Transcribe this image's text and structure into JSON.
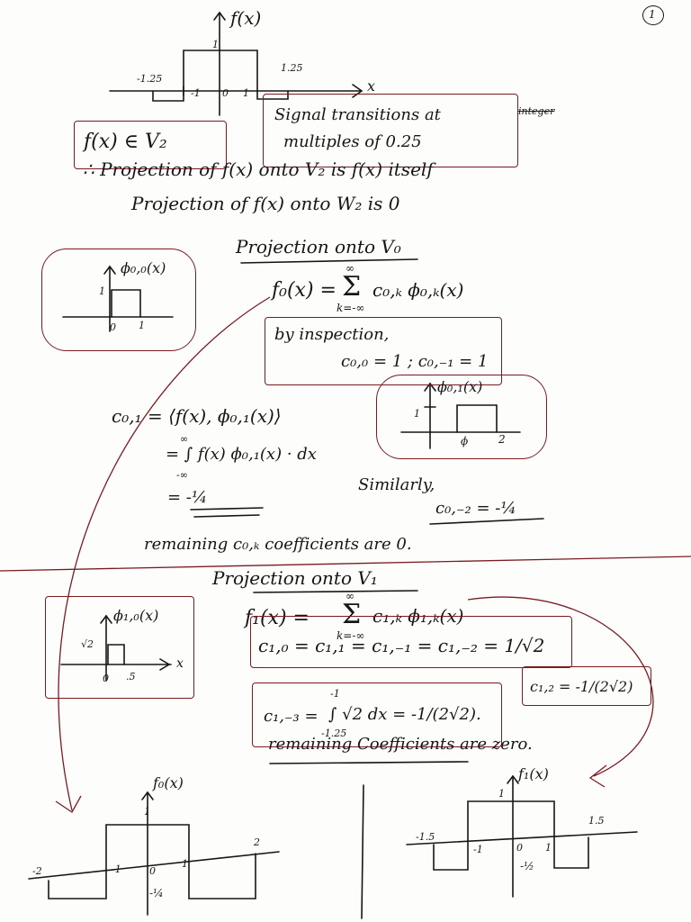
{
  "page_number": "1",
  "top_plot": {
    "label": "f(x)",
    "x_axis": "x",
    "ticks": [
      "-1.25",
      "-1",
      "0",
      "1",
      "1.25"
    ],
    "peak_tick": "1"
  },
  "boxes": {
    "f_in_v2": "f(x) ∈ V₂",
    "signal_line1": "Signal transitions at",
    "signal_line2": "multiples of   0.25",
    "signal_note": "integer"
  },
  "statements": {
    "proj_v2": "∴ Projection of f(x) onto V₂ is f(x) itself",
    "proj_w2": "Projection of   f(x) onto W₂ is 0",
    "proj_v0_heading": "Projection onto V₀"
  },
  "phi00_plot": {
    "label": "ϕ₀,₀(x)",
    "y_tick": "1",
    "x_ticks": [
      "0",
      "1"
    ]
  },
  "f0_eq": {
    "lhs": "f₀(x) =",
    "sum_top": "∞",
    "sum_bottom": "k=-∞",
    "term": "c₀,ₖ ϕ₀,ₖ(x)"
  },
  "inspection": {
    "line1": "by inspection,",
    "line2": "c₀,₀ = 1 ; c₀,₋₁ = 1"
  },
  "phi01_plot": {
    "label": "ϕ₀,₁(x)",
    "y_tick": "1",
    "x_ticks": [
      "ϕ",
      "2"
    ]
  },
  "c01_calc": {
    "line1": "c₀,₁ = ⟨f(x), ϕ₀,₁(x)⟩",
    "int_top": "∞",
    "line2": "= ∫ f(x) ϕ₀,₁(x) · dx",
    "int_bottom": "-∞",
    "line3": "= -¼"
  },
  "similarly": {
    "line1": "Similarly,",
    "line2": "c₀,₋₂ = -¼"
  },
  "remaining_v0": "remaining  c₀,ₖ coefficients are 0.",
  "proj_v1_heading": "Projection onto V₁",
  "phi10_plot": {
    "label": "ϕ₁,₀(x)",
    "y_tick": "√2",
    "x_ticks": [
      "0",
      ".5"
    ],
    "x_axis": "x"
  },
  "f1_eq": {
    "lhs": "f₁(x) =",
    "sum_top": "∞",
    "sum_bottom": "k=-∞",
    "term": "c₁,ₖ ϕ₁,ₖ(x)"
  },
  "c1_box1": "c₁,₀ = c₁,₁ = c₁,₋₁ = c₁,₋₂ = 1/√2",
  "c1_box2": {
    "lhs": "c₁,₋₃ =",
    "int_top": "-1",
    "int_bottom": "-1.25",
    "body": "∫ √2 dx = -1/(2√2)."
  },
  "c1_box3": "c₁,₂ = -1/(2√2)",
  "remaining_v1": "remaining  Coefficients are  zero.",
  "f0_plot": {
    "label": "f₀(x)",
    "ticks": [
      "-2",
      "-1",
      "0",
      "1",
      "2"
    ],
    "peak": "1",
    "neg": "-¼"
  },
  "f1_plot": {
    "label": "f₁(x)",
    "ticks": [
      "-1.5",
      "-1",
      "0",
      "1",
      "1.5"
    ],
    "peak": "1",
    "neg": "-½"
  }
}
